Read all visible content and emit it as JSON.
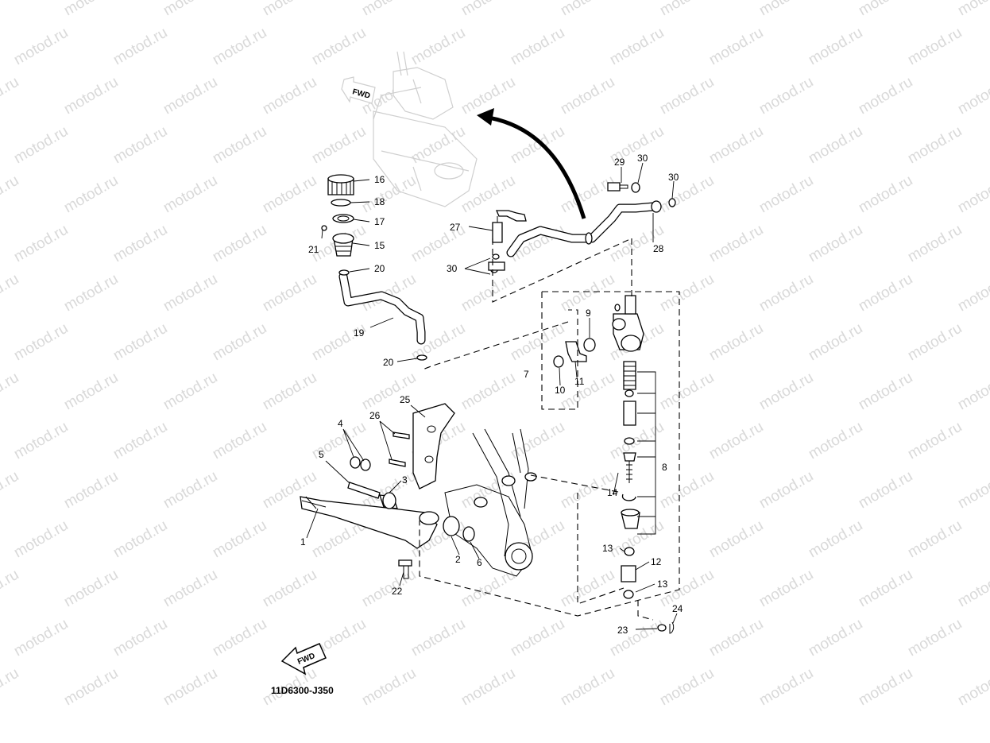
{
  "watermark": {
    "text": "motod.ru",
    "color": "#d9d9d9"
  },
  "diagram_code": "11D6300-J350",
  "fwd_labels": {
    "top": "FWD",
    "bottom": "FWD"
  },
  "callouts": {
    "c1": "1",
    "c2": "2",
    "c3": "3",
    "c4": "4",
    "c5": "5",
    "c6": "6",
    "c7": "7",
    "c8": "8",
    "c9": "9",
    "c10": "10",
    "c11": "11",
    "c12": "12",
    "c13a": "13",
    "c13b": "13",
    "c14": "14",
    "c15": "15",
    "c16": "16",
    "c17": "17",
    "c18": "18",
    "c19": "19",
    "c20a": "20",
    "c20b": "20",
    "c21": "21",
    "c22": "22",
    "c23": "23",
    "c24": "24",
    "c25": "25",
    "c26": "26",
    "c27": "27",
    "c28": "28",
    "c29": "29",
    "c30a": "30",
    "c30b": "30",
    "c30c": "30"
  },
  "icons": [
    "forward-arrow-icon",
    "direction-arrow-icon"
  ]
}
